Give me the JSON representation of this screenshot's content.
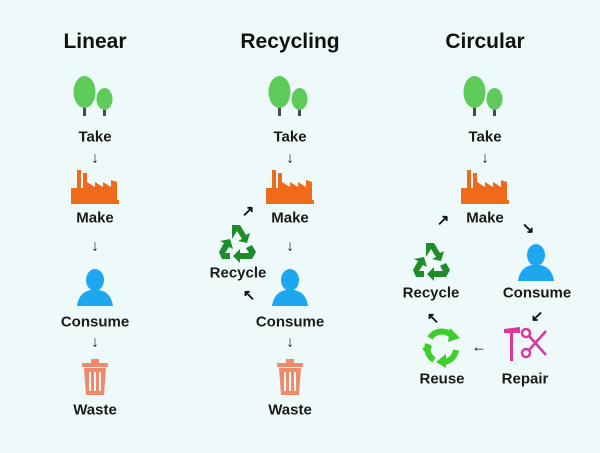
{
  "columns": [
    {
      "title": "Linear",
      "steps": [
        "Take",
        "Make",
        "Consume",
        "Waste"
      ]
    },
    {
      "title": "Recycling",
      "steps": [
        "Take",
        "Make",
        "Recycle",
        "Consume",
        "Waste"
      ]
    },
    {
      "title": "Circular",
      "steps": [
        "Take",
        "Make",
        "Consume",
        "Repair",
        "Reuse",
        "Recycle"
      ]
    }
  ],
  "colors": {
    "tree": "#5ecb5a",
    "factory": "#f06a1c",
    "person": "#1ea6ef",
    "trash": "#f08a6a",
    "recycle": "#1e8c2a",
    "reuse": "#3ccf2a",
    "repair": "#e0359a"
  }
}
